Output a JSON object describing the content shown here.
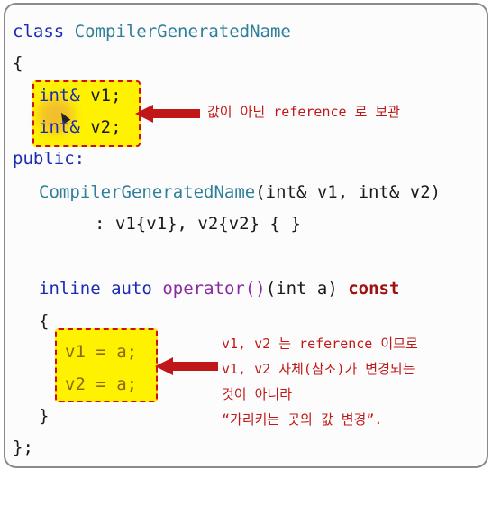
{
  "code": {
    "line1_kw": "class",
    "line1_name": "CompilerGeneratedName",
    "brace_open": "{",
    "member1_type": "int&",
    "member1_name": "v1;",
    "member2_type": "int&",
    "member2_name": "v2;",
    "access": "public:",
    "ctor_name": "CompilerGeneratedName",
    "ctor_params": "(int& v1, int& v2)",
    "init_colon": ":",
    "init_list": "v1{v1}, v2{v2} { }",
    "op_inline": "inline",
    "op_auto": "auto",
    "op_name": "operator()",
    "op_params": "(int a)",
    "op_const": "const",
    "body_open": "{",
    "assign1": "v1 = a;",
    "assign2": "v2 = a;",
    "body_close": "}",
    "class_close": "};"
  },
  "annotations": {
    "note1": "값이 아닌 reference 로 보관",
    "note2_line1": "v1, v2 는 reference 이므로",
    "note2_line2": "v1, v2 자체(참조)가 변경되는",
    "note2_line3": "것이 아니라",
    "note2_line4": "“가리키는 곳의 값 변경”."
  },
  "colors": {
    "highlight": "#fff200",
    "highlight_border": "#cc1010",
    "arrow": "#c01818",
    "keyword": "#1c2bb5",
    "type_name": "#2f7f9a"
  }
}
